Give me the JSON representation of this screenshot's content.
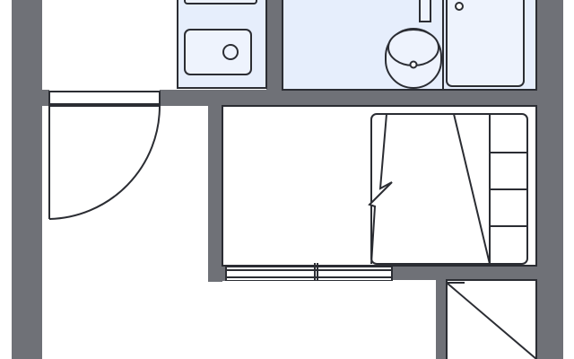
{
  "floor_plan": {
    "labels": [],
    "colors": {
      "wall": "#6f7177",
      "wet_area": "#e6eefc",
      "fixture_fill": "#eef3fd",
      "line": "#2b2d33",
      "floor": "#ffffff"
    },
    "rooms": [
      {
        "name": "kitchen",
        "fixtures": [
          "sink",
          "counter"
        ]
      },
      {
        "name": "bathroom",
        "fixtures": [
          "washbasin",
          "bathtub"
        ]
      },
      {
        "name": "entry",
        "fixtures": [
          "swing-door"
        ]
      },
      {
        "name": "bedroom",
        "fixtures": [
          "bed",
          "sliding-door"
        ]
      },
      {
        "name": "closet",
        "fixtures": [
          "closet-door"
        ]
      }
    ]
  }
}
